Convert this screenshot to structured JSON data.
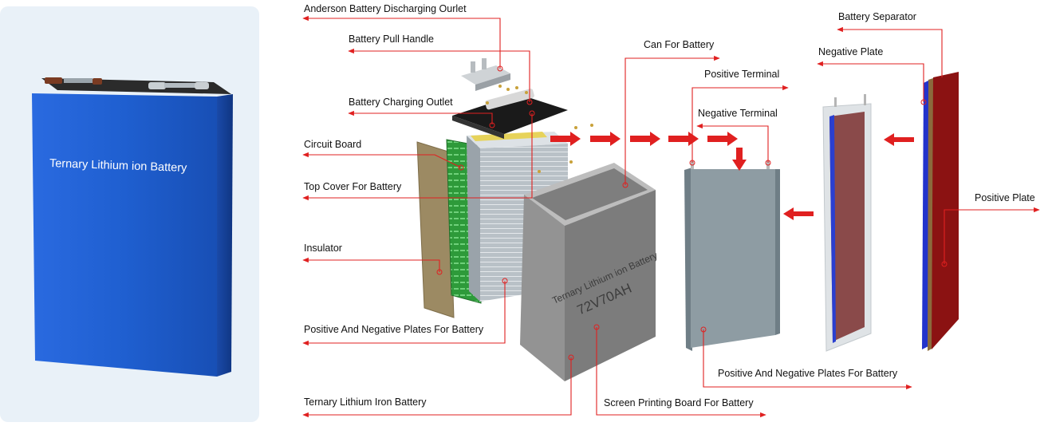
{
  "product_photo": {
    "caption": "Ternary Lithium ion Battery"
  },
  "can_print": {
    "brand_text": "Ternary Lithium ion Battery",
    "spec_text": "72V70AH"
  },
  "labels": {
    "anderson_outlet": "Anderson Battery Discharging Ourlet",
    "pull_handle": "Battery Pull Handle",
    "charging_outlet": "Battery Charging Outlet",
    "circuit_board": "Circuit Board",
    "top_cover": "Top Cover For Battery",
    "insulator": "Insulator",
    "plates_left": "Positive And Negative Plates For Battery",
    "ternary_iron": "Ternary Lithium Iron Battery",
    "can": "Can For Battery",
    "positive_terminal": "Positive Terminal",
    "negative_terminal": "Negative Terminal",
    "screen_printing": "Screen Printing Board For Battery",
    "plates_right": "Positive And Negative Plates For Battery",
    "separator": "Battery Separator",
    "negative_plate": "Negative Plate",
    "positive_plate": "Positive Plate"
  },
  "colors": {
    "leader_line": "#e02020",
    "cell_body": "#1f5fd0",
    "panel_bg": "#e9f1f8",
    "can_gray": "#8c8c8c",
    "plate_red": "#8b1212",
    "circuit_green": "#2e9a3a"
  }
}
